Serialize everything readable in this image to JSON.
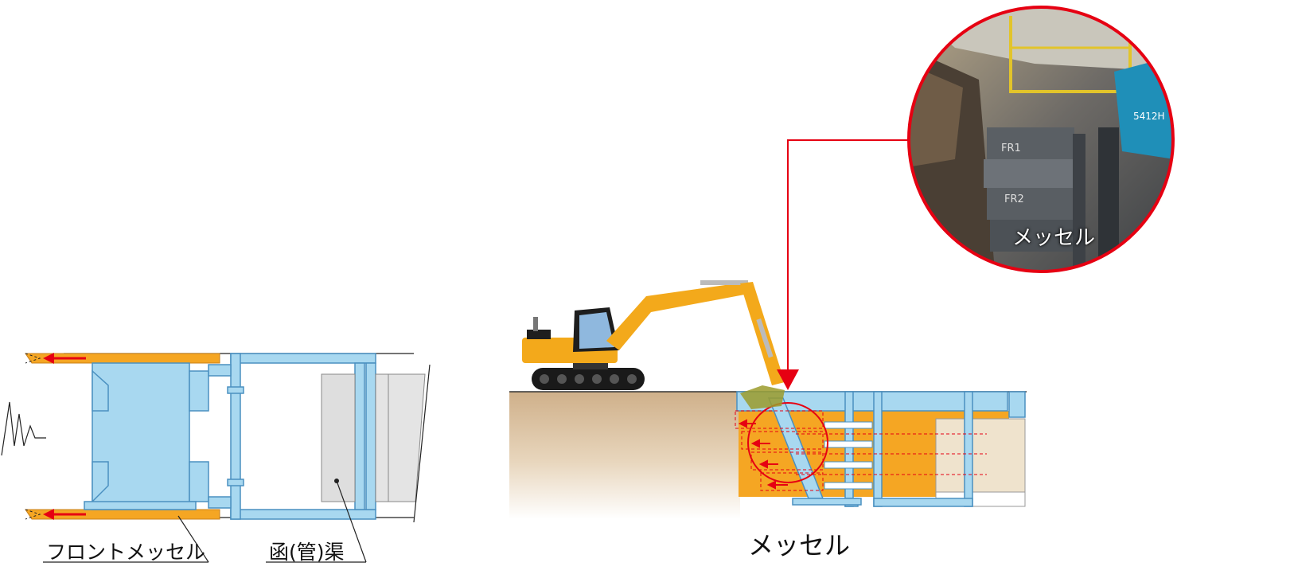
{
  "labels": {
    "front_messel": "フロントメッセル",
    "culvert": "函(管)渠",
    "messel_bottom": "メッセル",
    "messel_photo": "メッセル",
    "photo_plate_1": "FR1",
    "photo_plate_2": "FR2",
    "photo_machine_code": "5412H"
  },
  "colors": {
    "frame_blue": "#a8d8f0",
    "frame_stroke": "#4a90c0",
    "messel_orange": "#f5a623",
    "arrow_red": "#e60012",
    "soil_brown": "#d2b48c",
    "excavator_yellow": "#f3a91b",
    "box_grey": "#dddddd"
  }
}
